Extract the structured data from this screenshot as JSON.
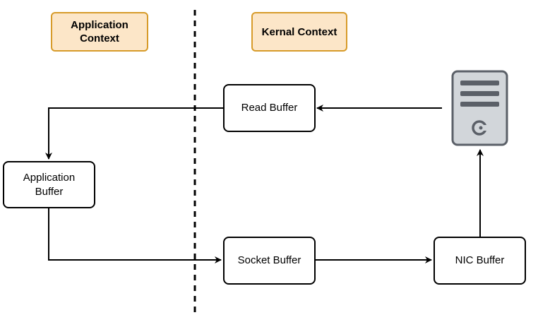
{
  "contexts": {
    "application": "Application\nContext",
    "kernel": "Kernal Context"
  },
  "nodes": {
    "read_buffer": "Read Buffer",
    "application_buffer": "Application\nBuffer",
    "socket_buffer": "Socket Buffer",
    "nic_buffer": "NIC Buffer"
  },
  "icons": {
    "server": "server-icon"
  },
  "colors": {
    "context_fill": "#fce6c8",
    "context_border": "#d79b2a",
    "server_fill": "#d2d6da",
    "server_stroke": "#5b6068",
    "line": "#000000"
  }
}
